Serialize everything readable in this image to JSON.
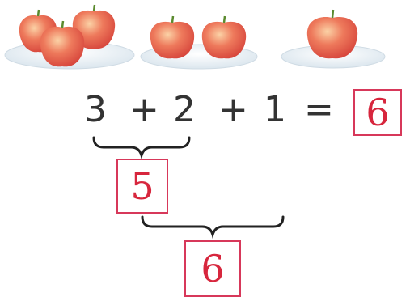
{
  "illustration": {
    "plates": [
      {
        "name": "plate-1",
        "apples": 3
      },
      {
        "name": "plate-2",
        "apples": 2
      },
      {
        "name": "plate-3",
        "apples": 1
      }
    ]
  },
  "equation": {
    "term1": "3",
    "op1": "+",
    "term2": "2",
    "op2": "+",
    "term3": "1",
    "eq": "=",
    "answer": "6"
  },
  "steps": {
    "first_sum": "5",
    "second_sum": "6"
  },
  "colors": {
    "box_border": "#d7385a",
    "box_text": "#d7263d",
    "text": "#333333",
    "apple": "#e8574a",
    "plate": "#eef3f7"
  }
}
